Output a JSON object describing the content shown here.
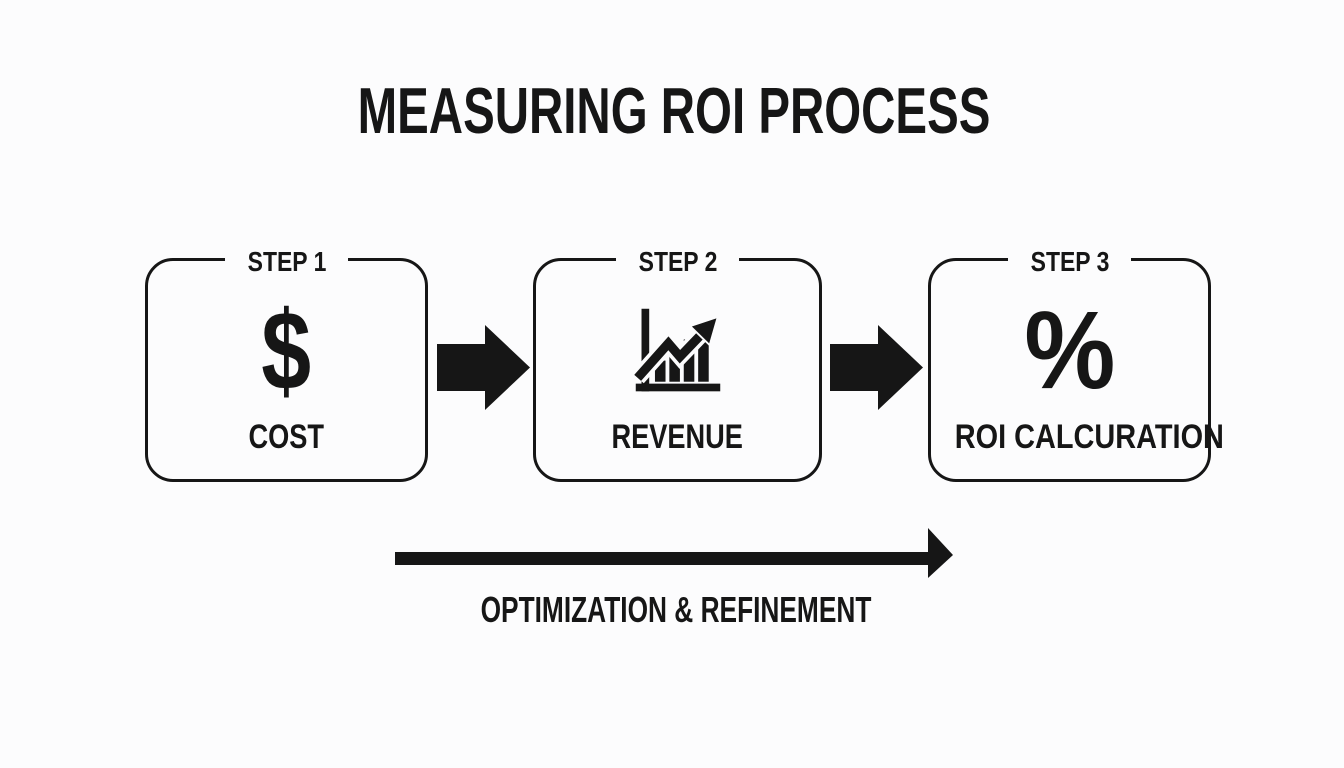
{
  "title": "MEASURING ROI PROCESS",
  "steps": [
    {
      "step_label": "STEP 1",
      "icon": "dollar-icon",
      "glyph": "$",
      "name": "COST"
    },
    {
      "step_label": "STEP 2",
      "icon": "bar-chart-growth-icon",
      "glyph": "",
      "name": "REVENUE"
    },
    {
      "step_label": "STEP 3",
      "icon": "percent-icon",
      "glyph": "%",
      "name": "ROI CALCURATION"
    }
  ],
  "feedback_loop": {
    "label": "OPTIMIZATION & REFINEMENT"
  },
  "colors": {
    "ink": "#161616",
    "background": "#fcfcfd"
  }
}
